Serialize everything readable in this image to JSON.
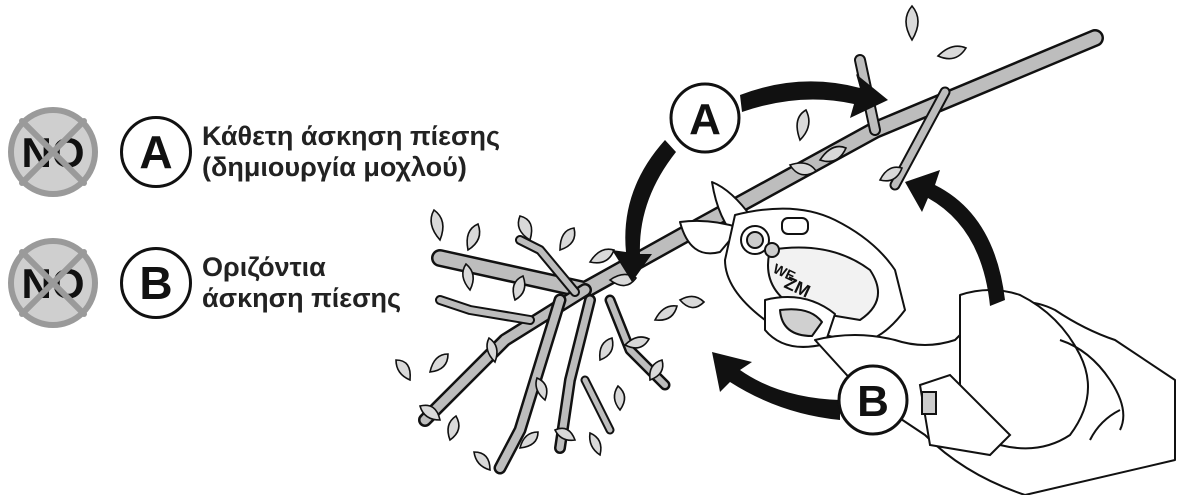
{
  "legend": [
    {
      "badge_text": "NO",
      "letter": "A",
      "lines": [
        "Κάθετη άσκηση πίεσης",
        "(δημιουργία μοχλού)"
      ]
    },
    {
      "badge_text": "NO",
      "letter": "B",
      "lines": [
        "Οριζόντια",
        "άσκηση πίεσης"
      ]
    }
  ],
  "diagram": {
    "label_a": "A",
    "label_b": "B",
    "tool_brand": "ZM",
    "tool_brand_sub": "WE"
  },
  "colors": {
    "ink": "#111111",
    "cross": "#9a9a9a",
    "branch_fill": "#bdbdbd",
    "leaf_fill": "#d9d9d9",
    "badge_fill": "#cfcfcf"
  }
}
